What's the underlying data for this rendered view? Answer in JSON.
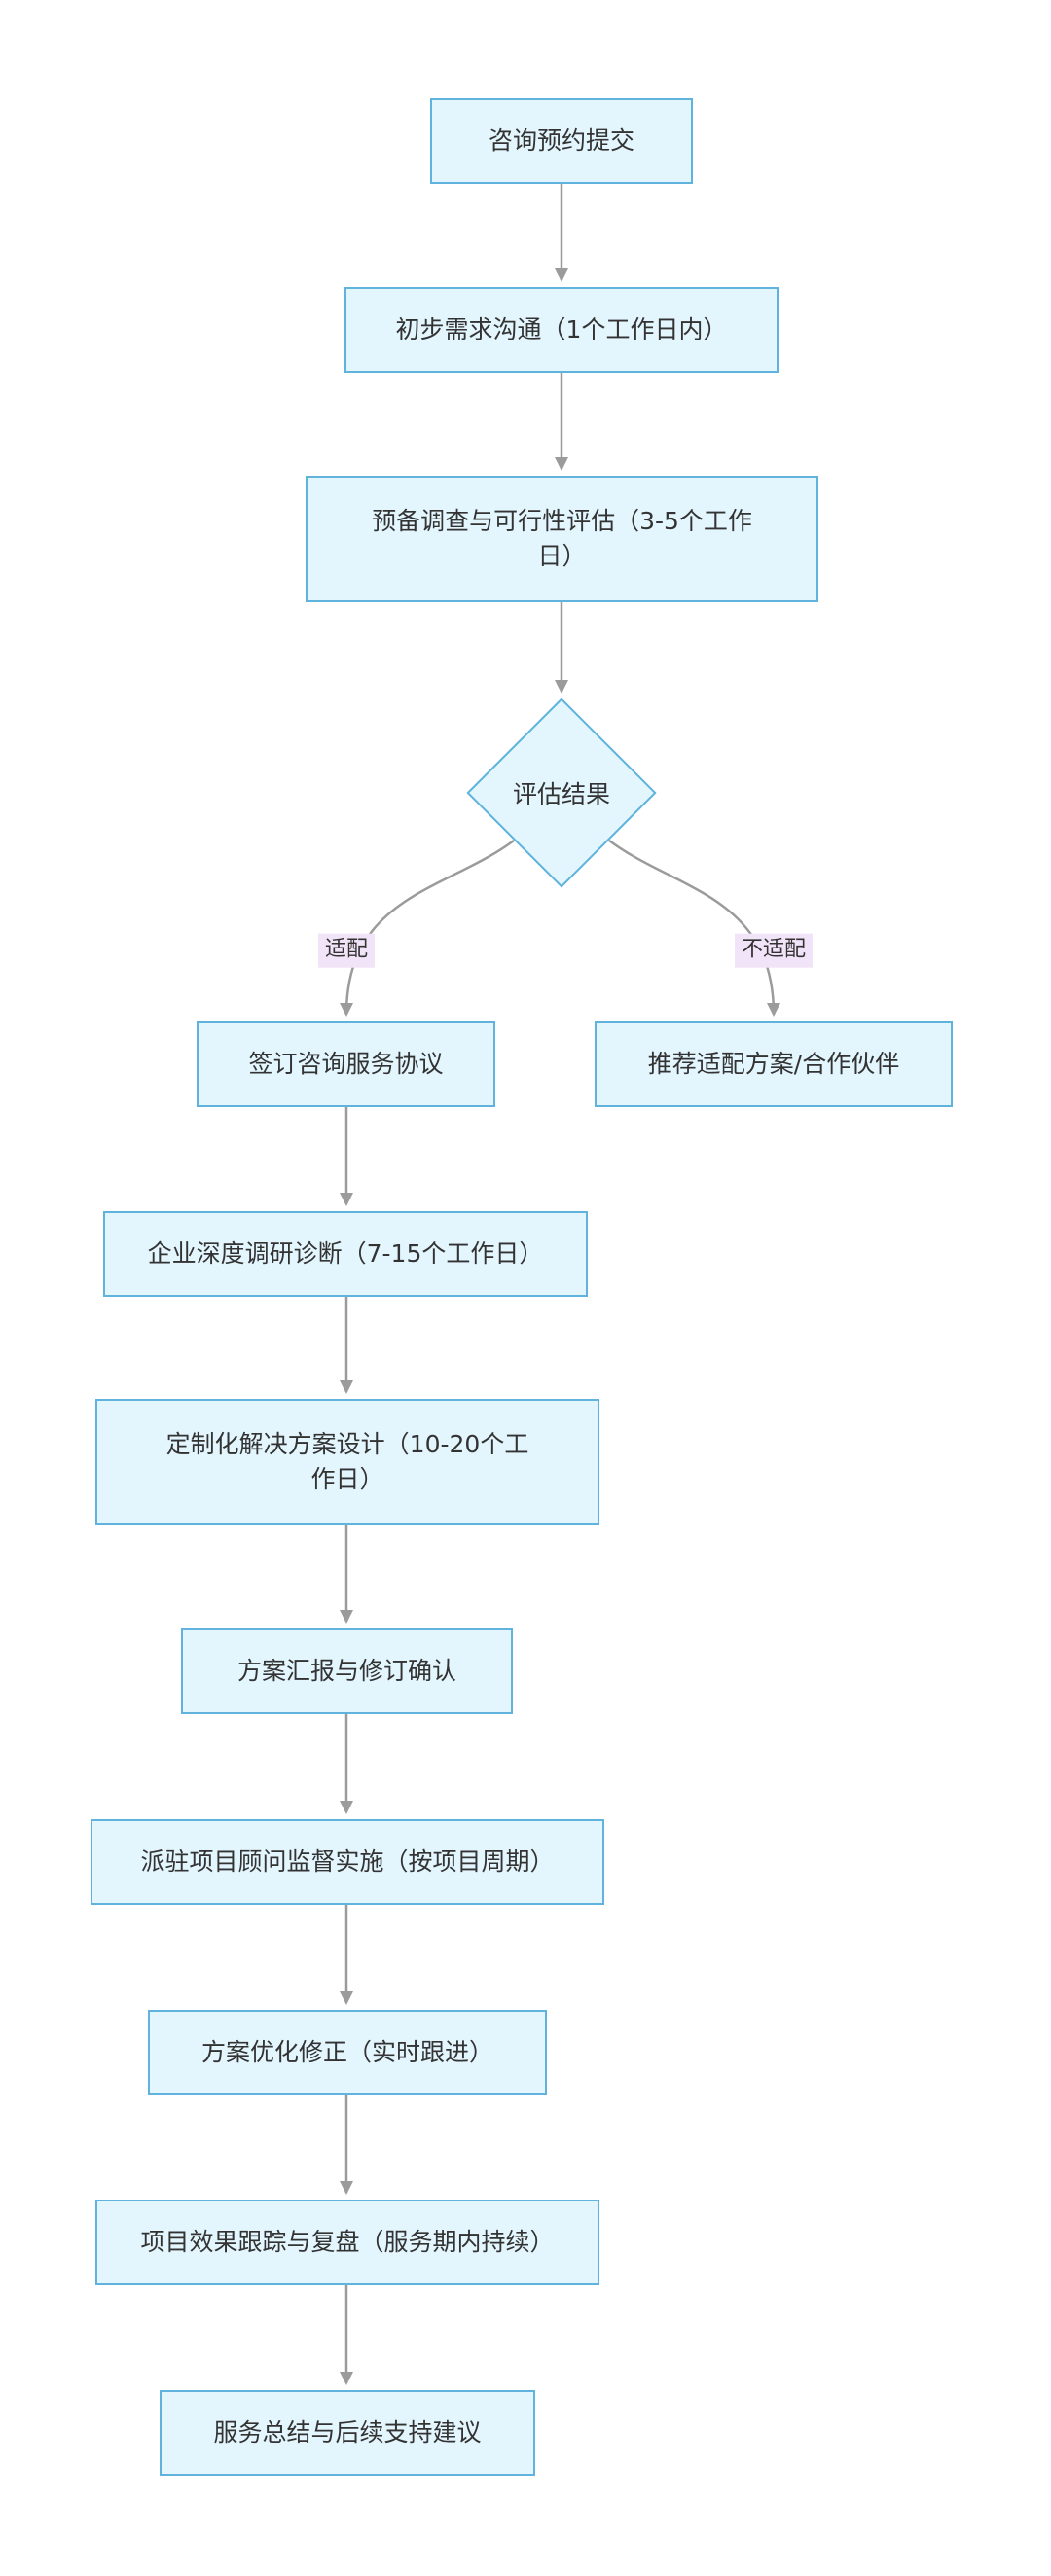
{
  "diagram": {
    "nodes": {
      "submit": {
        "label": "咨询预约提交"
      },
      "initial": {
        "label": "初步需求沟通（1个工作日内）"
      },
      "feasibility": {
        "label": "预备调查与可行性评估（3-5个工作日）"
      },
      "decision": {
        "label": "评估结果"
      },
      "sign": {
        "label": "签订咨询服务协议"
      },
      "recommend": {
        "label": "推荐适配方案/合作伙伴"
      },
      "research": {
        "label": "企业深度调研诊断（7-15个工作日）"
      },
      "design": {
        "label": "定制化解决方案设计（10-20个工作日）"
      },
      "report": {
        "label": "方案汇报与修订确认"
      },
      "implement": {
        "label": "派驻项目顾问监督实施（按项目周期）"
      },
      "optimize": {
        "label": "方案优化修正（实时跟进）"
      },
      "tracking": {
        "label": "项目效果跟踪与复盘（服务期内持续）"
      },
      "summary": {
        "label": "服务总结与后续支持建议"
      }
    },
    "edge_labels": {
      "fit": "适配",
      "unfit": "不适配"
    },
    "colors": {
      "node_fill": "#e3f5fd",
      "node_border": "#5fb3dc",
      "edge": "#9b9b9b",
      "edge_label_bg": "#f1e3f8",
      "text": "#333333",
      "background": "#ffffff"
    }
  }
}
